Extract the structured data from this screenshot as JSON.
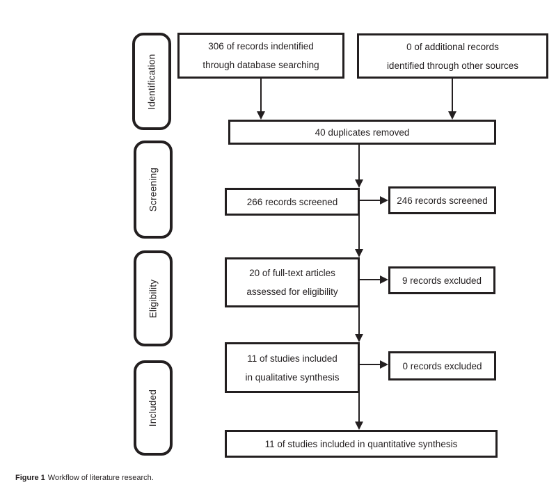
{
  "figure": {
    "caption": {
      "label": "Figure 1",
      "text": "Workflow of literature research."
    },
    "stages": [
      "Identification",
      "Screening",
      "Eligibility",
      "Included"
    ],
    "boxes": {
      "records_identified": {
        "line1": "306 of records indentified",
        "line2": "through database searching"
      },
      "additional_records": {
        "line1": "0 of additional records",
        "line2": "identified through other sources"
      },
      "duplicates_removed": {
        "text": "40 duplicates removed"
      },
      "records_screened": {
        "text": "266 records screened"
      },
      "records_screened_out": {
        "text": "246 records screened"
      },
      "fulltext_assessed": {
        "line1": "20 of full-text articles",
        "line2": "assessed for eligibility"
      },
      "records_excluded_fulltext": {
        "text": "9 records excluded"
      },
      "qualitative_synthesis": {
        "line1": "11 of studies included",
        "line2": "in qualitative synthesis"
      },
      "records_excluded_qualitative": {
        "text": "0 records excluded"
      },
      "quantitative_synthesis": {
        "text": "11 of studies included in quantitative synthesis"
      }
    },
    "colors": {
      "ink": "#231f20",
      "background": "#ffffff"
    }
  }
}
